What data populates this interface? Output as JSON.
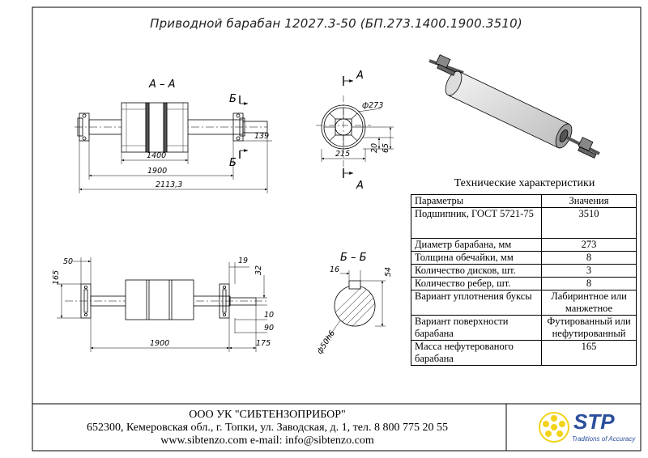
{
  "title": "Приводной барабан 12027.3-50 (БП.273.1400.1900.3510)",
  "views": {
    "section_aa": "А – А",
    "section_bb": "Б – Б",
    "cut_a": "А",
    "cut_b": "Б"
  },
  "dimensions": {
    "d1400": "1400",
    "d1900_top": "1900",
    "d2113": "2113,3",
    "d139": "139",
    "d273": "ф273",
    "d215": "215",
    "d20": "20",
    "d65": "65",
    "d50": "50",
    "d165_left": "165",
    "d19": "19",
    "d32": "32",
    "d10": "10",
    "d90": "90",
    "d175": "175",
    "d1900_bottom": "1900",
    "d16": "16",
    "d54": "54",
    "d50h6": "ф50h6"
  },
  "specs": {
    "caption": "Технические характеристики",
    "header": {
      "param": "Параметры",
      "value": "Значения"
    },
    "rows": [
      {
        "param": "Подшипник, ГОСТ 5721-75",
        "value": "3510"
      },
      {
        "param": "Диаметр барабана, мм",
        "value": "273"
      },
      {
        "param": "Толщина обечайки, мм",
        "value": "8"
      },
      {
        "param": "Количество дисков, шт.",
        "value": "3"
      },
      {
        "param": "Количество ребер, шт.",
        "value": "8"
      },
      {
        "param": "Вариант уплотнения буксы",
        "value": "Лабиринтное или манжетное"
      },
      {
        "param": "Вариант поверхности барабана",
        "value": "Футированный или нефутированный"
      },
      {
        "param": "Масса нефутерованого барабана",
        "value": "165"
      }
    ]
  },
  "footer": {
    "company": "ООО УК \"СИБТЕНЗОПРИБОР\"",
    "address": "652300, Кемеровская обл., г. Топки, ул. Заводская, д. 1, тел. 8 800 775 20 55",
    "web": "www.sibtenzo.com e-mail: info@sibtenzo.com"
  },
  "logo": {
    "name": "STP",
    "tagline": "Traditions of Accuracy",
    "colors": {
      "blue": "#2a4f9c",
      "yellow": "#f2d31a"
    }
  }
}
